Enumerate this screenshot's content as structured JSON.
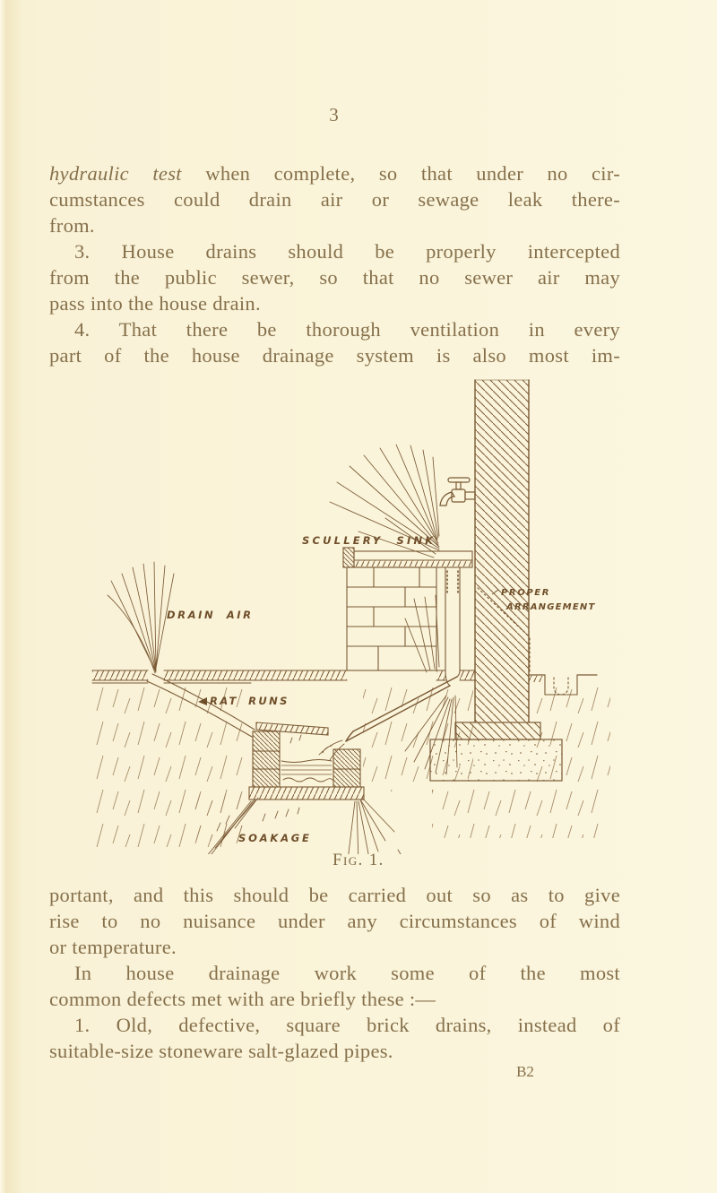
{
  "page": {
    "number": "3",
    "signature": "B2"
  },
  "body": {
    "para1": {
      "lead_italic": "hydraulic test",
      "lead_rest": " when complete, so that under no cir-",
      "lines": [
        "cumstances could drain air or sewage leak there-",
        "from."
      ]
    },
    "para2": {
      "lines": [
        "3. House drains should be properly intercepted",
        "from the public sewer, so that no sewer air may",
        "pass into the house drain."
      ]
    },
    "para3": {
      "lines": [
        "4. That there be thorough ventilation in every",
        "part of the house drainage system is also most im-"
      ]
    },
    "para3_cont": {
      "lines": [
        "portant, and this should be carried out so as to give",
        "rise to no nuisance under any circumstances of wind",
        "or temperature."
      ]
    },
    "para4": {
      "lines": [
        "In house drainage work some of the most",
        "common defects met with are briefly these :—"
      ]
    },
    "para5": {
      "lines": [
        "1. Old, defective, square brick drains, instead of",
        "suitable-size stoneware salt-glazed pipes."
      ]
    }
  },
  "figure": {
    "caption": "Fig. 1.",
    "labels": {
      "scullery_sink": "SCULLERY SINK",
      "drain_air": "DRAIN AIR",
      "rat_runs": "RAT RUNS",
      "soakage": "SOAKAGE",
      "proper_line1": "PROPER",
      "proper_line2": "ARRANGEMENT"
    }
  },
  "colors": {
    "page_bg": "#f9f2d7",
    "body_text": "#86704b",
    "figure_ink": "#7b5a36"
  }
}
